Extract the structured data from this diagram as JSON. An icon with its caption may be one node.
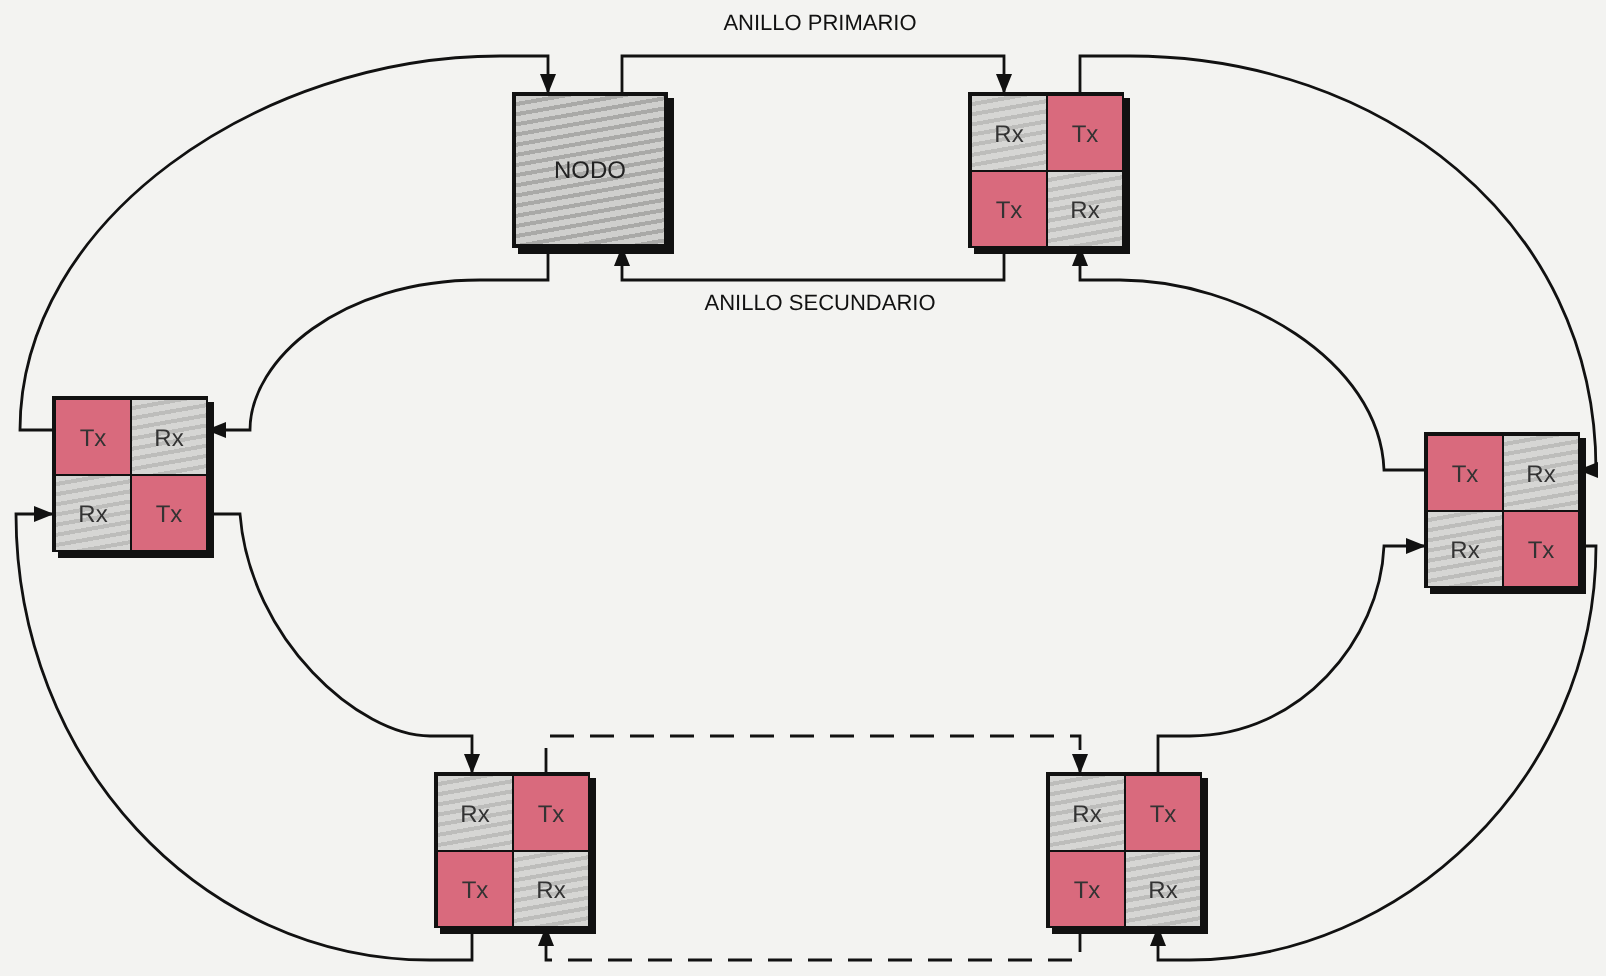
{
  "diagram": {
    "nodes": [
      {
        "text": [
          "NODO"
        ]
      },
      {
        "text": [],
        "shape": "box"
      },
      {
        "text": [
          "Rx"
        ],
        "in": 1
      },
      {
        "text": [
          "Tx"
        ],
        "in": 1
      },
      {
        "text": [
          "Tx"
        ],
        "in": 1
      },
      {
        "text": [
          "Rx"
        ],
        "in": 1
      },
      {
        "text": [],
        "shape": "box"
      },
      {
        "text": [
          "Tx"
        ],
        "in": 6
      },
      {
        "text": [
          "Rx"
        ],
        "in": 6
      },
      {
        "text": [
          "Rx"
        ],
        "in": 6
      },
      {
        "text": [
          "Tx"
        ],
        "in": 6
      },
      {
        "text": [],
        "shape": "box"
      },
      {
        "text": [
          "Tx"
        ],
        "in": 11
      },
      {
        "text": [
          "Rx"
        ],
        "in": 11
      },
      {
        "text": [
          "Rx"
        ],
        "in": 11
      },
      {
        "text": [
          "Tx"
        ],
        "in": 11
      },
      {
        "text": [],
        "shape": "box"
      },
      {
        "text": [
          "Rx"
        ],
        "in": 16
      },
      {
        "text": [
          "Tx"
        ],
        "in": 16
      },
      {
        "text": [
          "Tx"
        ],
        "in": 16
      },
      {
        "text": [
          "Rx"
        ],
        "in": 16
      },
      {
        "text": [],
        "shape": "box"
      },
      {
        "text": [
          "Rx"
        ],
        "in": 21
      },
      {
        "text": [
          "Tx"
        ],
        "in": 21
      },
      {
        "text": [
          "Tx"
        ],
        "in": 21
      },
      {
        "text": [
          "Rx"
        ],
        "in": 21
      }
    ],
    "edges": [
      {
        "from": 0,
        "to": 1,
        "arrow": "to",
        "label": "ANILLO PRIMARIO"
      },
      {
        "from": 1,
        "to": 11,
        "arrow": "to"
      },
      {
        "from": 11,
        "to": 21,
        "arrow": "to"
      },
      {
        "from": 21,
        "to": 16,
        "arrow": "to",
        "style": "dashed"
      },
      {
        "from": 16,
        "to": 6,
        "arrow": "to"
      },
      {
        "from": 6,
        "to": 0,
        "arrow": "to"
      },
      {
        "from": 1,
        "to": 0,
        "arrow": "to",
        "label": "ANILLO SECUNDARIO"
      },
      {
        "from": 0,
        "to": 6,
        "arrow": "to"
      },
      {
        "from": 6,
        "to": 16,
        "arrow": "to"
      },
      {
        "from": 16,
        "to": 21,
        "arrow": "to",
        "style": "dashed"
      },
      {
        "from": 21,
        "to": 11,
        "arrow": "to"
      },
      {
        "from": 11,
        "to": 1,
        "arrow": "to"
      }
    ]
  }
}
